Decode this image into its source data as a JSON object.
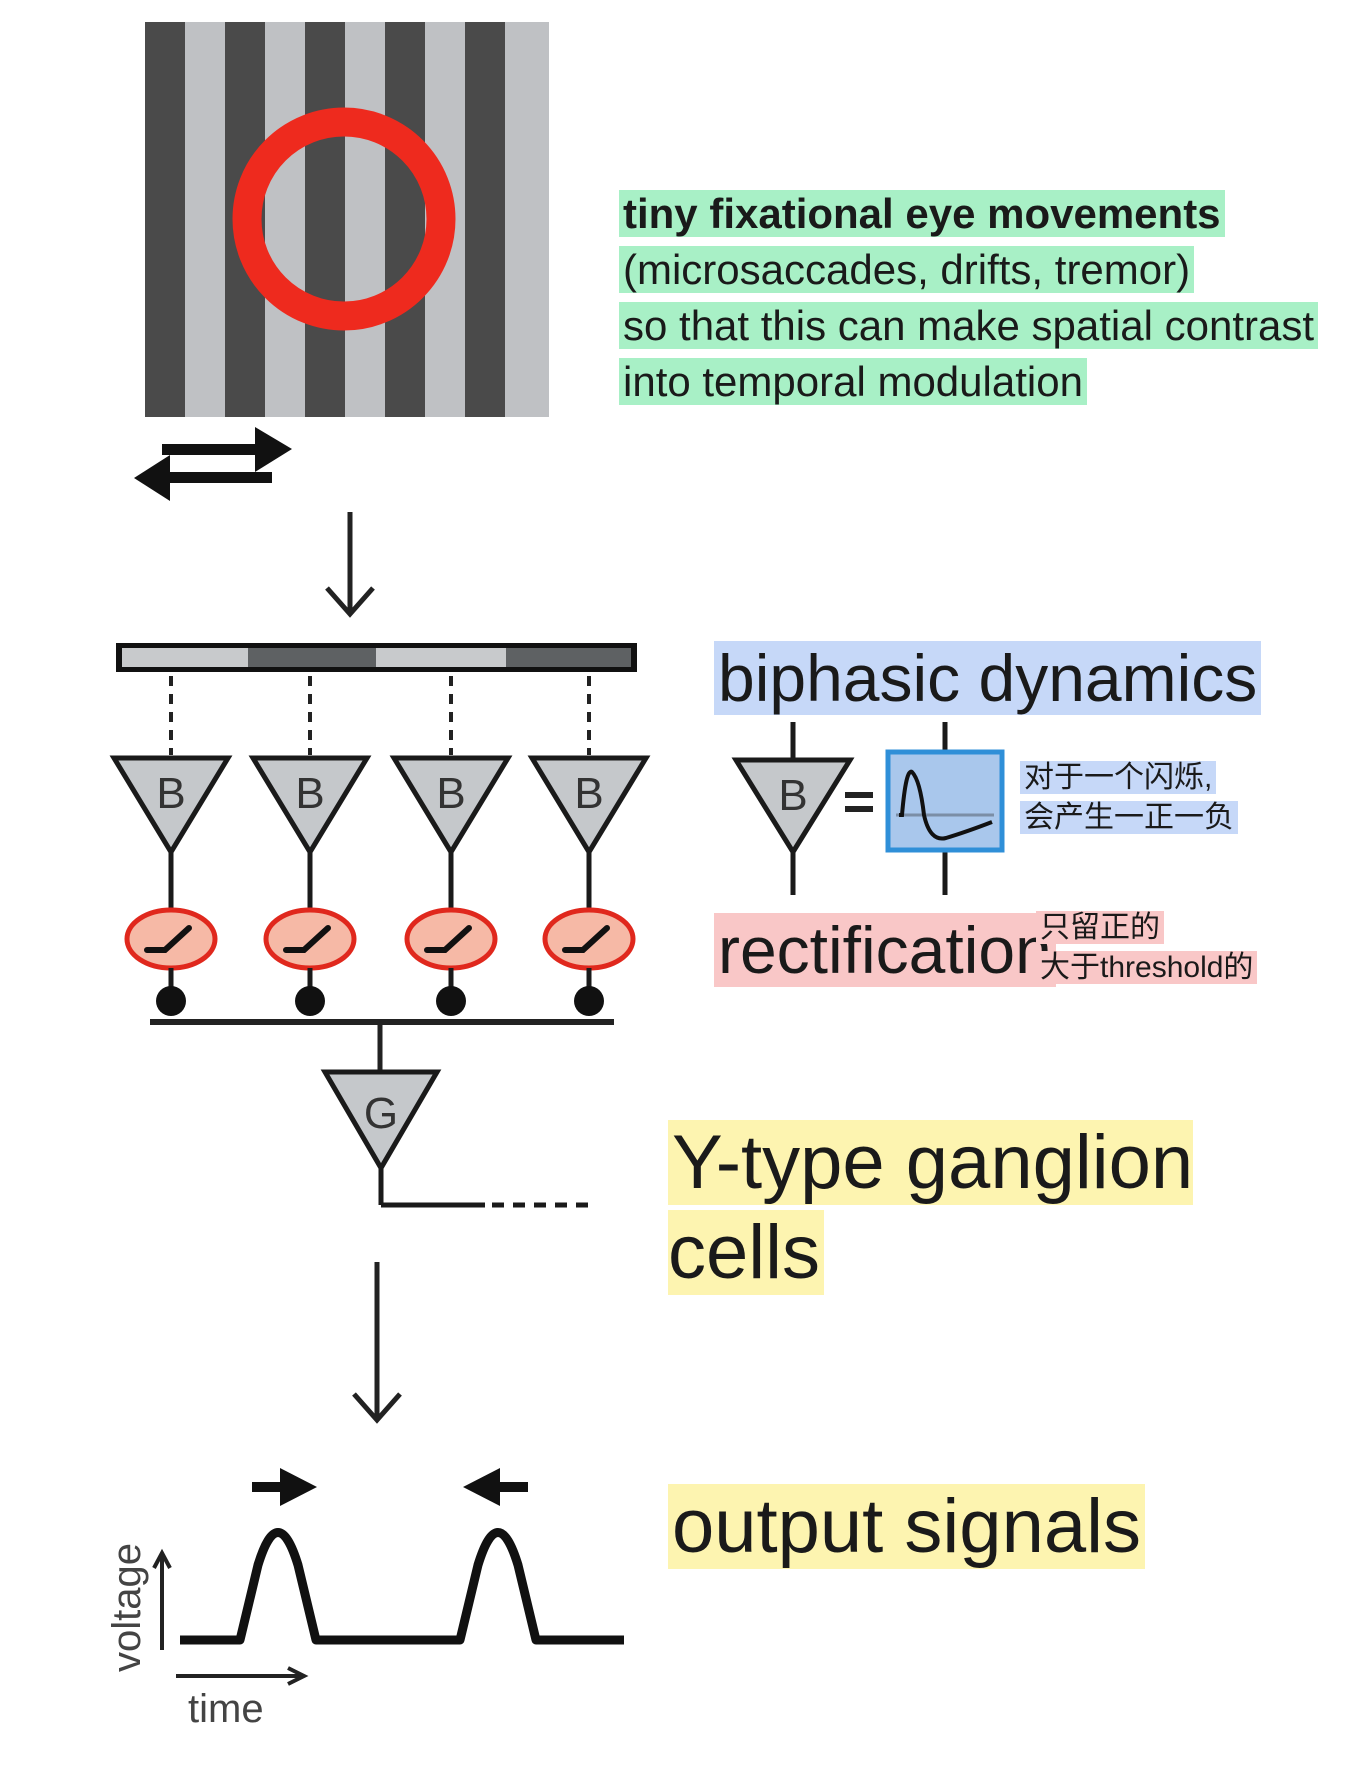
{
  "annotations": {
    "eye_movements": {
      "title": "tiny fixational eye movements",
      "line2": "(microsaccades, drifts, tremor)",
      "line3": "so that this can make spatial contrast",
      "line4": "into temporal modulation"
    },
    "biphasic": {
      "label": "biphasic dynamics",
      "note_line1": "对于一个闪烁,",
      "note_line2": "会产生一正一负"
    },
    "rectification": {
      "label": "rectification",
      "note_line1": "只留正的",
      "note_line2": "大于threshold的"
    },
    "ganglion": {
      "label": "Y-type ganglion cells"
    },
    "output": {
      "label": "output signals"
    }
  },
  "diagram": {
    "bipolar_cell_letter": "B",
    "ganglion_cell_letter": "G",
    "bipolar_count": 4,
    "axis_y_label": "voltage",
    "axis_x_label": "time"
  },
  "colors": {
    "grating_dark": "#4a4a4a",
    "grating_light": "#bfc1c4",
    "ring": "#ee2a1e",
    "rectifier_fill": "#f6b9a6",
    "rectifier_stroke": "#e0281d",
    "cell_fill": "#c5c8cb",
    "kernel_fill": "#a9c7ec",
    "kernel_stroke": "#2f8fd8",
    "highlight_green": "#a8f0c6",
    "highlight_blue": "#c6d8f8",
    "highlight_pink": "#f9c7c7",
    "highlight_yellow": "#fdf4b0"
  }
}
